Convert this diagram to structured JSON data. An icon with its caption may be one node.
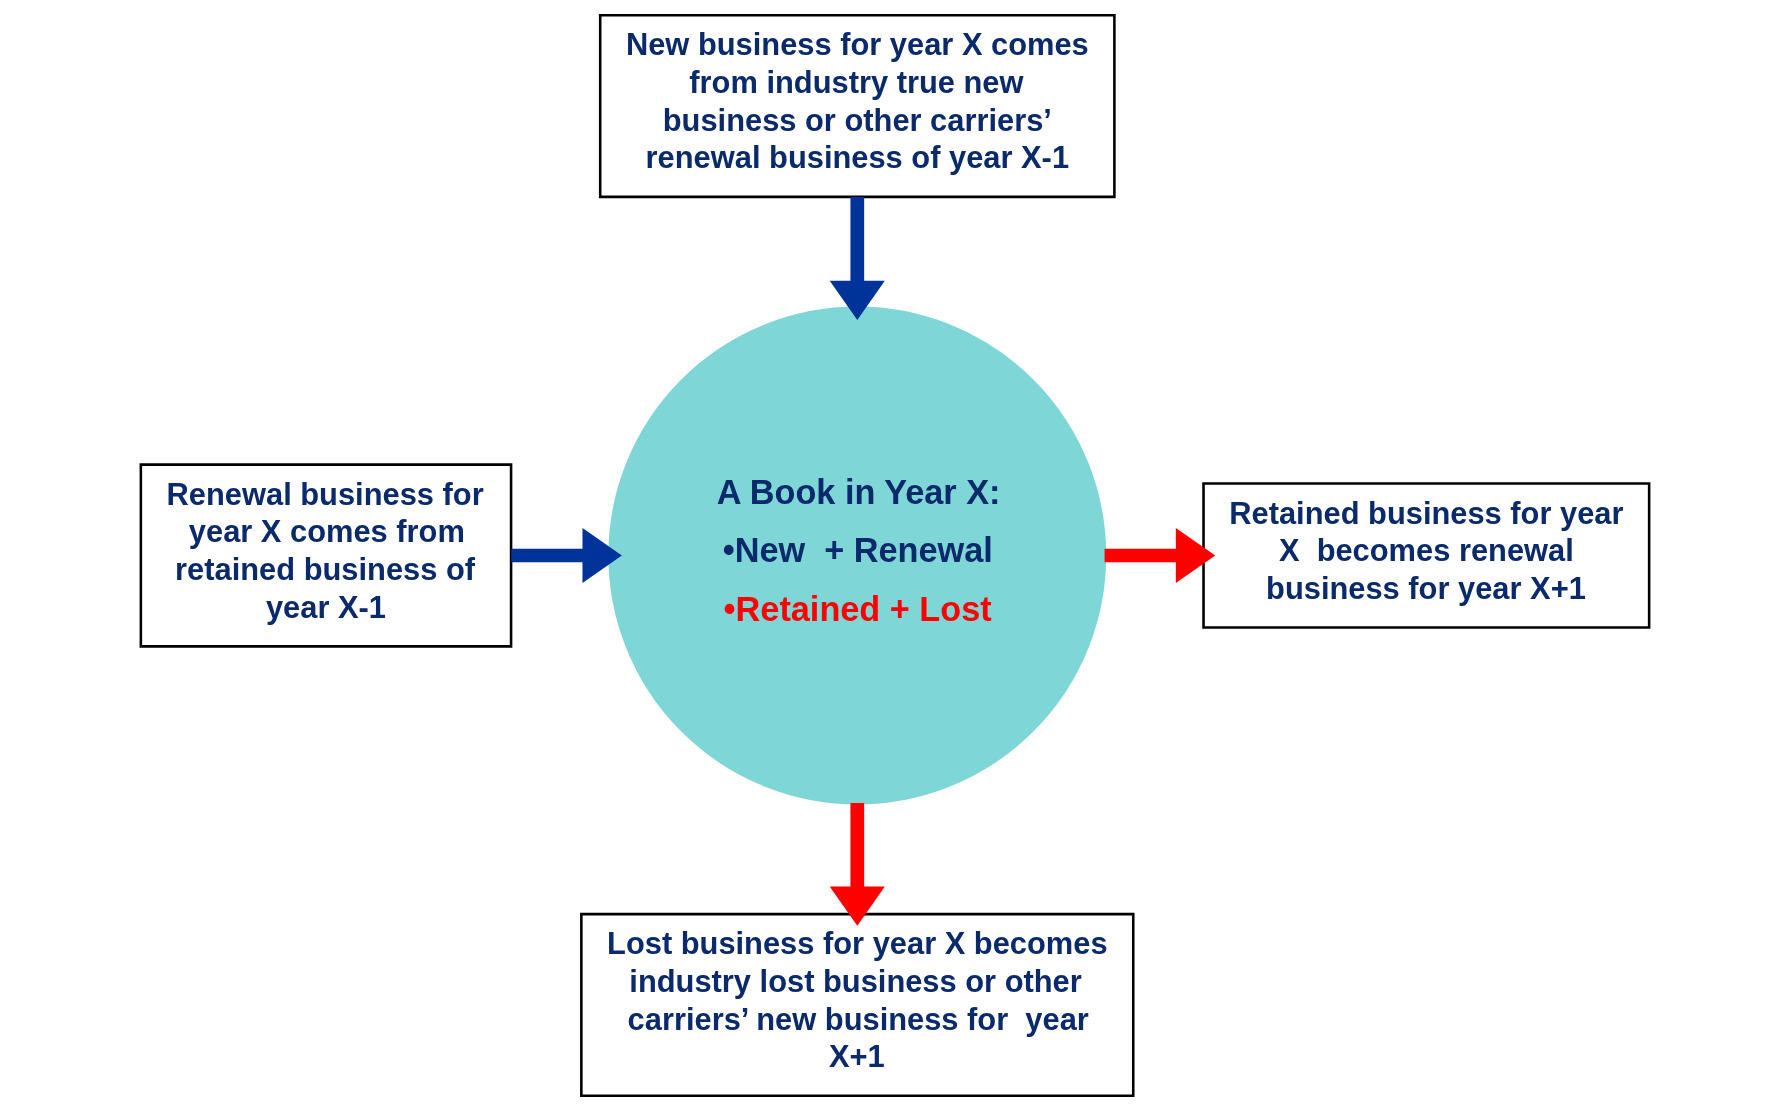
{
  "diagram": {
    "nodes": [
      {
        "text": [
          "New business for year X comes from industry true new business or other carriers’ renewal business of year X-1"
        ]
      },
      {
        "text": [
          "Renewal business for year X comes from retained business of year X-1"
        ]
      },
      {
        "text": [
          "A Book in Year X:",
          "•New  + Renewal",
          "•Retained + Lost"
        ]
      },
      {
        "text": [
          "Retained business for year X  becomes renewal business for year X+1"
        ]
      },
      {
        "text": [
          "Lost business for year X becomes industry lost business or other carriers’ new business for  year X+1"
        ]
      }
    ],
    "edges": [
      {
        "from": 0,
        "to": 2,
        "arrow": "to",
        "color": "#003399"
      },
      {
        "from": 1,
        "to": 2,
        "arrow": "to",
        "color": "#003399"
      },
      {
        "from": 2,
        "to": 3,
        "arrow": "to",
        "color": "#ff0000"
      },
      {
        "from": 2,
        "to": 4,
        "arrow": "to",
        "color": "#ff0000"
      }
    ]
  }
}
